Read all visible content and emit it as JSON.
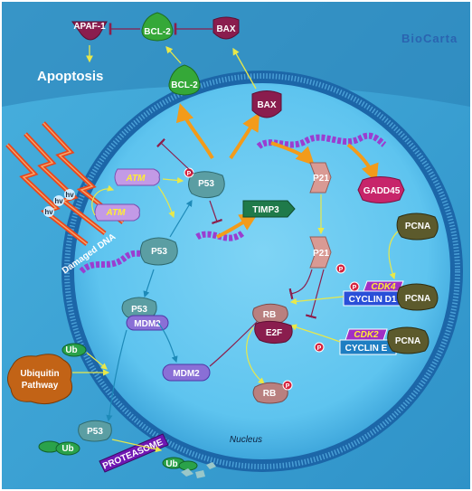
{
  "labels": {
    "apaf1": "APAF-1",
    "bcl2_top": "BCL-2",
    "bax_top": "BAX",
    "bcl2_mid": "BCL-2",
    "bax_nuc": "BAX",
    "apoptosis": "Apoptosis",
    "atm1": "ATM",
    "atm2": "ATM",
    "p53_center": "P53",
    "p53_left": "P53",
    "p53_mdm2": "P53",
    "mdm2_complex": "MDM2",
    "mdm2_free": "MDM2",
    "timp3": "TIMP3",
    "p21_top": "P21",
    "p21_mid": "P21",
    "gadd45": "GADD45",
    "pcna1": "PCNA",
    "pcna2": "PCNA",
    "pcna3": "PCNA",
    "cdk4": "CDK4",
    "cyclin_d1": "CYCLIN D1",
    "cdk2": "CDK2",
    "cyclin_e": "CYCLIN E",
    "rb_complex": "RB",
    "e2f": "E2F",
    "rb_free": "RB",
    "ubiquitin_pathway_1": "Ubiquitin",
    "ubiquitin_pathway_2": "Pathway",
    "ub_top": "Ub",
    "ub_bottom": "Ub",
    "ub_free": "Ub",
    "p53_degraded": "P53",
    "proteasome": "PROTEASOME",
    "damaged_dna": "Damaged DNA",
    "hv1": "hv",
    "hv2": "hv",
    "hv3": "hv",
    "phospho": "P",
    "nucleus": "Nucleus",
    "logo": "BioCarta"
  },
  "colors": {
    "background": "#1a5f8f",
    "cytoplasm": "#3aa0d2",
    "nucleus_fill": "#5ec4ef",
    "membrane": "#1c66a8",
    "bcl2_green": "#35a838",
    "bax_maroon": "#8a1d4e",
    "p53_teal": "#5b9ea3",
    "mdm2_purple": "#8a6fd6",
    "atm_violet": "#c39ae6",
    "p21_pink": "#d99a94",
    "pcna_olive": "#5c5a2c",
    "rb_mauve": "#b9807f",
    "cyclin_blue": "#2a4fd8",
    "cdk_magenta": "#a12fc4",
    "arrow_yellow": "#e8e84a",
    "arrow_orange": "#f39b1a",
    "inhibit_maroon": "#8c1f4c",
    "ubiquitin_orange": "#c26316",
    "proteasome_purple": "#6f17b3",
    "timp3_green": "#1f7a4a"
  }
}
